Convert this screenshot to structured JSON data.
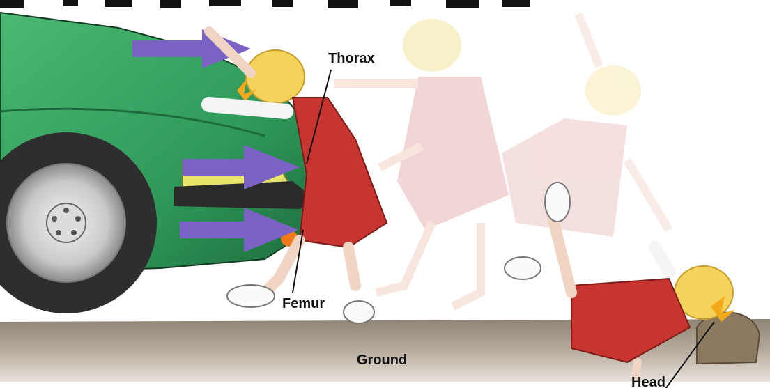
{
  "labels": {
    "thorax": "Thorax",
    "femur": "Femur",
    "ground": "Ground",
    "head": "Head"
  },
  "colors": {
    "car_body": "#2f9a5a",
    "car_dark": "#1d6b3c",
    "arrow": "#7b63c6",
    "dress": "#c8342f",
    "ground": "#a89c8c",
    "impact": "#f2a91a"
  }
}
